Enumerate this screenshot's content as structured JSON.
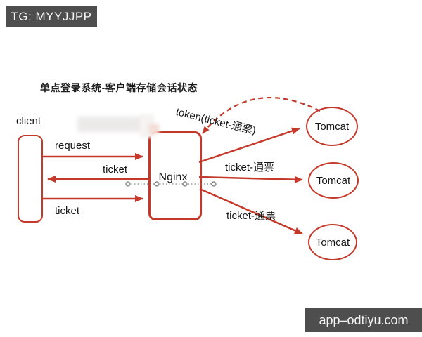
{
  "colors": {
    "red": "#c5392a",
    "badge_bg": "#4e4e4e",
    "dotted_gray": "#6f6f6f"
  },
  "watermarks": {
    "top": "TG: MYYJJPP",
    "bottom": "app–odtiyu.com"
  },
  "diagram": {
    "title": "单点登录系统-客户端存储会话状态",
    "nodes": {
      "client": "client",
      "nginx": "Nginx",
      "tomcats": [
        "Tomcat",
        "Tomcat",
        "Tomcat"
      ]
    },
    "edges": {
      "request": "request",
      "ticket_return": "ticket",
      "ticket_send": "ticket",
      "token": "token(ticket-通票)",
      "ticket_mid": "ticket-通票",
      "ticket_bottom": "ticket-通票"
    }
  }
}
